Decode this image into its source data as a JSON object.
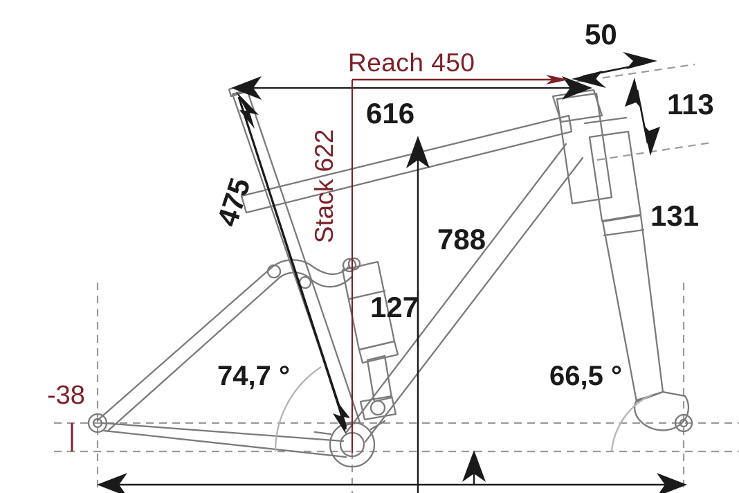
{
  "diagram": {
    "title": "Bicycle frame geometry drawing",
    "type": "technical-dimension-drawing",
    "colors": {
      "frame_line": "#7a7a7a",
      "dimension_line": "#1a1a1a",
      "accent_red": "#7d2128",
      "dashed_guide": "#9a9a9a",
      "background": "#ffffff"
    }
  },
  "labels": {
    "reach": "Reach 450",
    "stack": "Stack 622",
    "top_tube_616": "616",
    "seat_tube_475": "475",
    "stem_spacer_50": "50",
    "head_tube_113": "113",
    "fork_131": "131",
    "standover_788": "788",
    "bb_drop_127": "127",
    "rear_center_offset": "-38",
    "seat_angle": "74,7 °",
    "head_angle": "66,5 °"
  },
  "measurements": [
    {
      "name": "reach",
      "value": 450,
      "unit": "mm",
      "color": "#7d2128",
      "text": "Reach 450"
    },
    {
      "name": "stack",
      "value": 622,
      "unit": "mm",
      "color": "#7d2128",
      "text": "Stack 622"
    },
    {
      "name": "effective-top-tube",
      "value": 616,
      "unit": "mm",
      "color": "#1a1a1a",
      "text": "616"
    },
    {
      "name": "seat-tube-length",
      "value": 475,
      "unit": "mm",
      "color": "#1a1a1a",
      "text": "475"
    },
    {
      "name": "stem-length",
      "value": 50,
      "unit": "mm",
      "color": "#1a1a1a",
      "text": "50"
    },
    {
      "name": "head-tube-length",
      "value": 113,
      "unit": "mm",
      "color": "#1a1a1a",
      "text": "113"
    },
    {
      "name": "fork-offset-rake",
      "value": 131,
      "unit": "mm",
      "color": "#1a1a1a",
      "text": "131"
    },
    {
      "name": "standover-height",
      "value": 788,
      "unit": "mm",
      "color": "#1a1a1a",
      "text": "788"
    },
    {
      "name": "bb-height",
      "value": 127,
      "unit": "mm",
      "color": "#1a1a1a",
      "text": "127"
    },
    {
      "name": "bb-drop",
      "value": -38,
      "unit": "mm",
      "color": "#7d2128",
      "text": "-38"
    },
    {
      "name": "seat-tube-angle",
      "value": 74.7,
      "unit": "deg",
      "color": "#1a1a1a",
      "text": "74,7 °"
    },
    {
      "name": "head-tube-angle",
      "value": 66.5,
      "unit": "deg",
      "color": "#1a1a1a",
      "text": "66,5 °"
    }
  ]
}
